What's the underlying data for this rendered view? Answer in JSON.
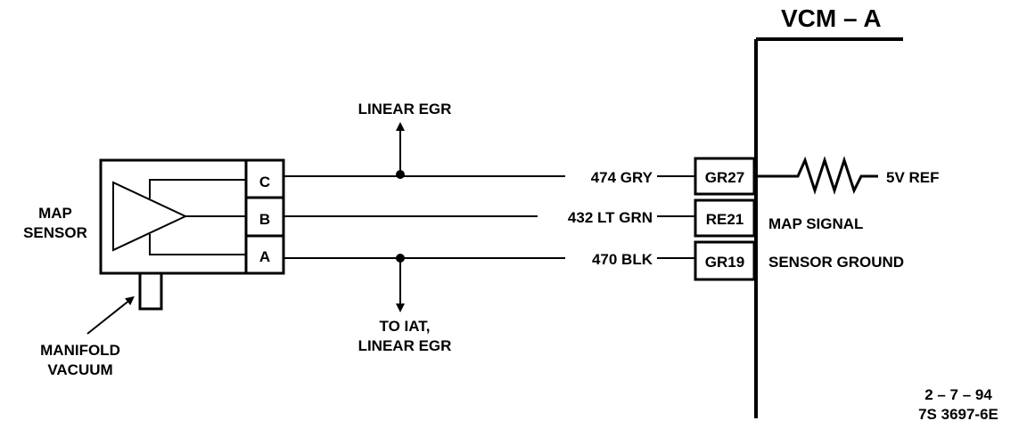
{
  "module_title": "VCM – A",
  "map_sensor_label": [
    "MAP",
    "SENSOR"
  ],
  "manifold_vacuum_label": [
    "MANIFOLD",
    "VACUUM"
  ],
  "linear_egr_top": "LINEAR EGR",
  "to_iat_label": [
    "TO IAT,",
    "LINEAR EGR"
  ],
  "sensor_pins": [
    "C",
    "B",
    "A"
  ],
  "circuits": [
    {
      "wire": "474 GRY",
      "pin": "GR27",
      "function": "5V REF"
    },
    {
      "wire": "432 LT GRN",
      "pin": "RE21",
      "function": "MAP SIGNAL"
    },
    {
      "wire": "470 BLK",
      "pin": "GR19",
      "function": "SENSOR GROUND"
    }
  ],
  "footer": [
    "2 – 7 – 94",
    "7S 3697-6E"
  ]
}
